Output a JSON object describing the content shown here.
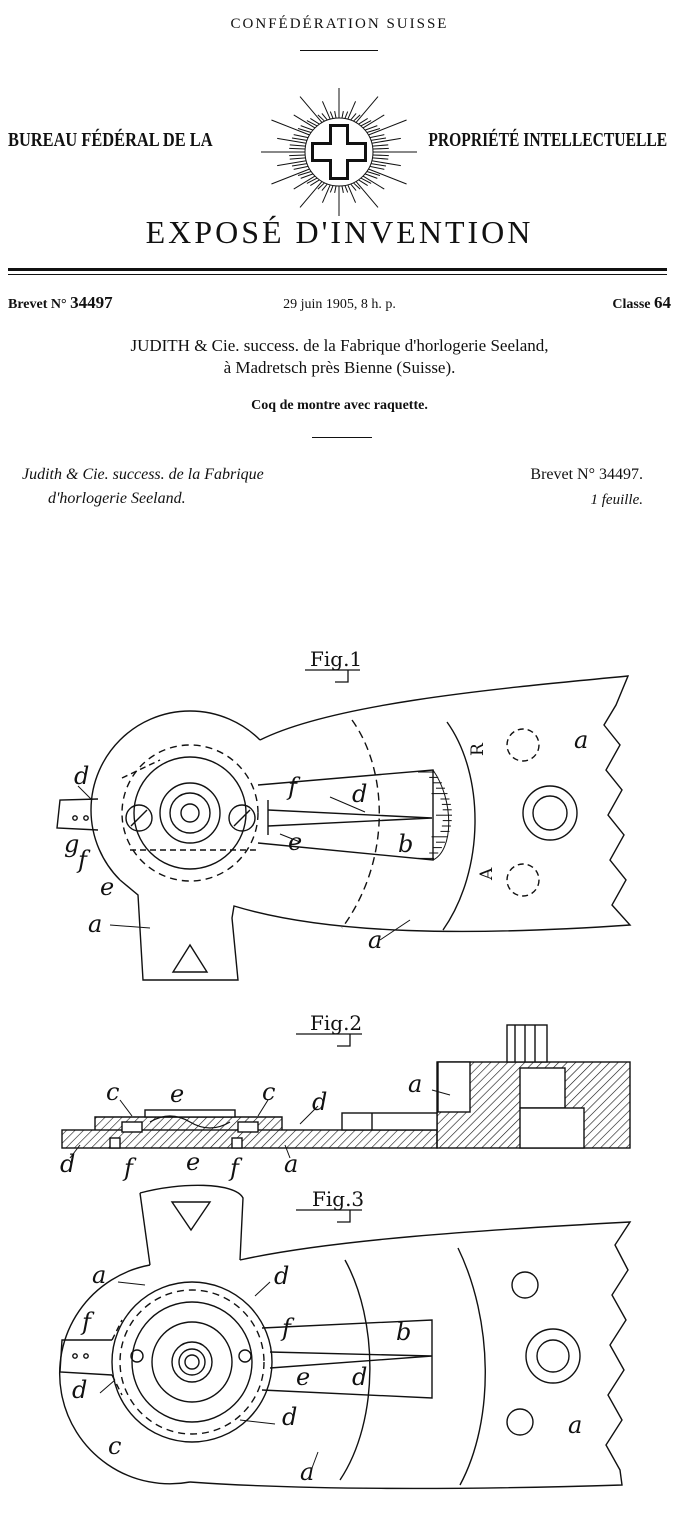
{
  "header": {
    "confederation": "CONFÉDÉRATION SUISSE",
    "bureau_left": "BUREAU FÉDÉRAL DE LA",
    "bureau_right": "PROPRIÉTÉ INTELLECTUELLE",
    "title": "EXPOSÉ D'INVENTION"
  },
  "patent": {
    "brevet_prefix": "Brevet N°",
    "number": "34497",
    "date": "29 juin 1905, 8 h. p.",
    "classe_prefix": "Classe",
    "classe": "64",
    "applicant_line1": "JUDITH & Cie. success. de la Fabrique d'horlogerie Seeland,",
    "applicant_line2": "à Madretsch près Bienne (Suisse).",
    "subject": "Coq de montre avec raquette."
  },
  "sheet": {
    "left_line1": "Judith & Cie. success. de la Fabrique",
    "left_line2": "d'horlogerie Seeland.",
    "right_line1": "Brevet N° 34497.",
    "right_line2": "1 feuille."
  },
  "figures": {
    "fig1": {
      "label": "Fig.1",
      "scale_r": "R",
      "scale_a": "A",
      "letters": [
        "d",
        "a",
        "f",
        "d",
        "g",
        "f",
        "e",
        "e",
        "b",
        "a",
        "a"
      ]
    },
    "fig2": {
      "label": "Fig.2",
      "letters": [
        "c",
        "e",
        "c",
        "d",
        "a",
        "d",
        "f",
        "e",
        "f",
        "a"
      ]
    },
    "fig3": {
      "label": "Fig.3",
      "letters": [
        "a",
        "d",
        "f",
        "f",
        "b",
        "d",
        "e",
        "d",
        "d",
        "a",
        "c",
        "a"
      ]
    }
  },
  "colors": {
    "ink": "#111111",
    "paper": "#ffffff"
  }
}
